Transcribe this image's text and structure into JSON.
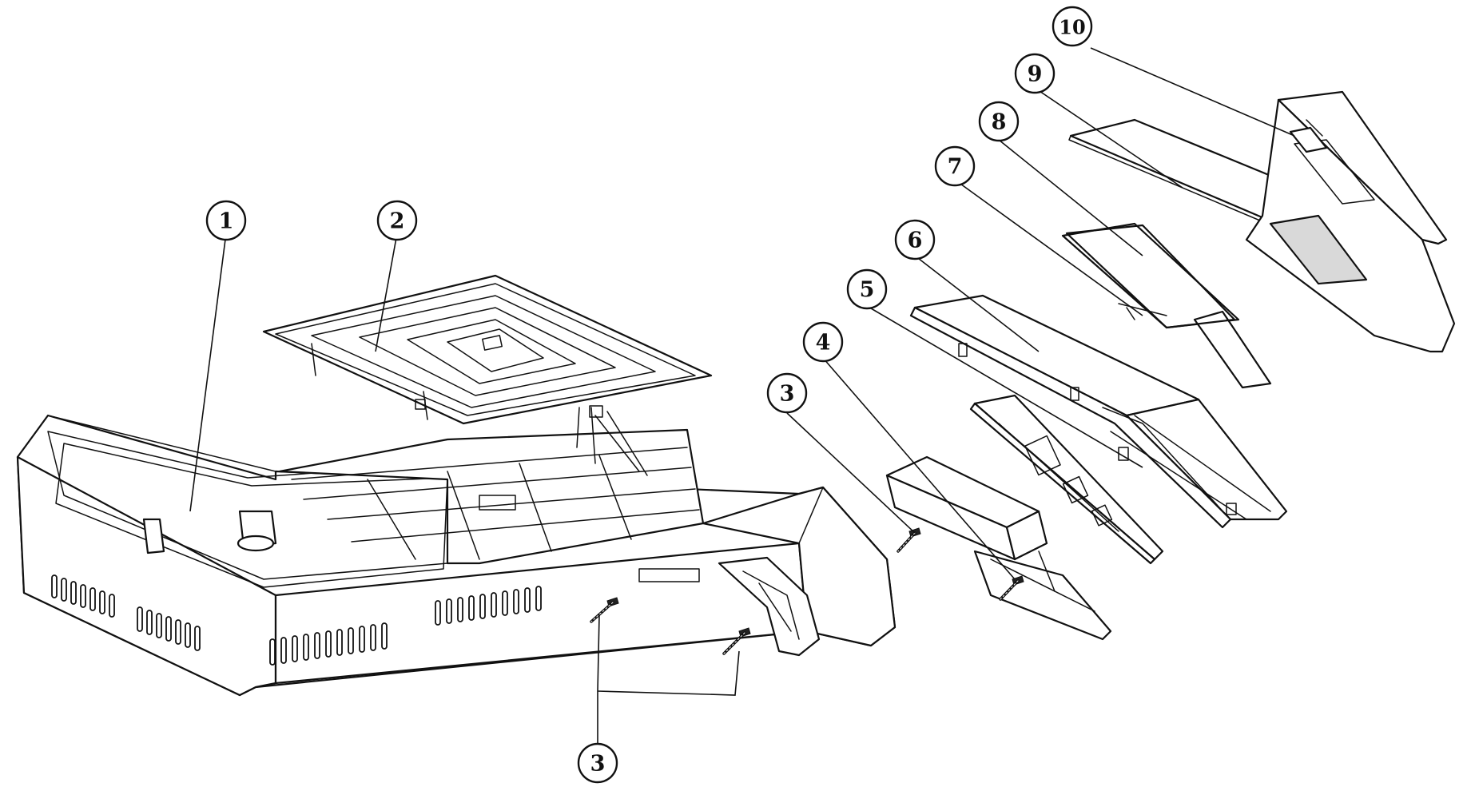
{
  "callouts": [
    {
      "id": "c1",
      "label": "1"
    },
    {
      "id": "c2",
      "label": "2"
    },
    {
      "id": "c3a",
      "label": "3"
    },
    {
      "id": "c3b",
      "label": "3"
    },
    {
      "id": "c4",
      "label": "4"
    },
    {
      "id": "c5",
      "label": "5"
    },
    {
      "id": "c6",
      "label": "6"
    },
    {
      "id": "c7",
      "label": "7"
    },
    {
      "id": "c8",
      "label": "8"
    },
    {
      "id": "c9",
      "label": "9"
    },
    {
      "id": "c10",
      "label": "10"
    }
  ],
  "colors": {
    "line": "#111111",
    "background": "#ffffff"
  }
}
